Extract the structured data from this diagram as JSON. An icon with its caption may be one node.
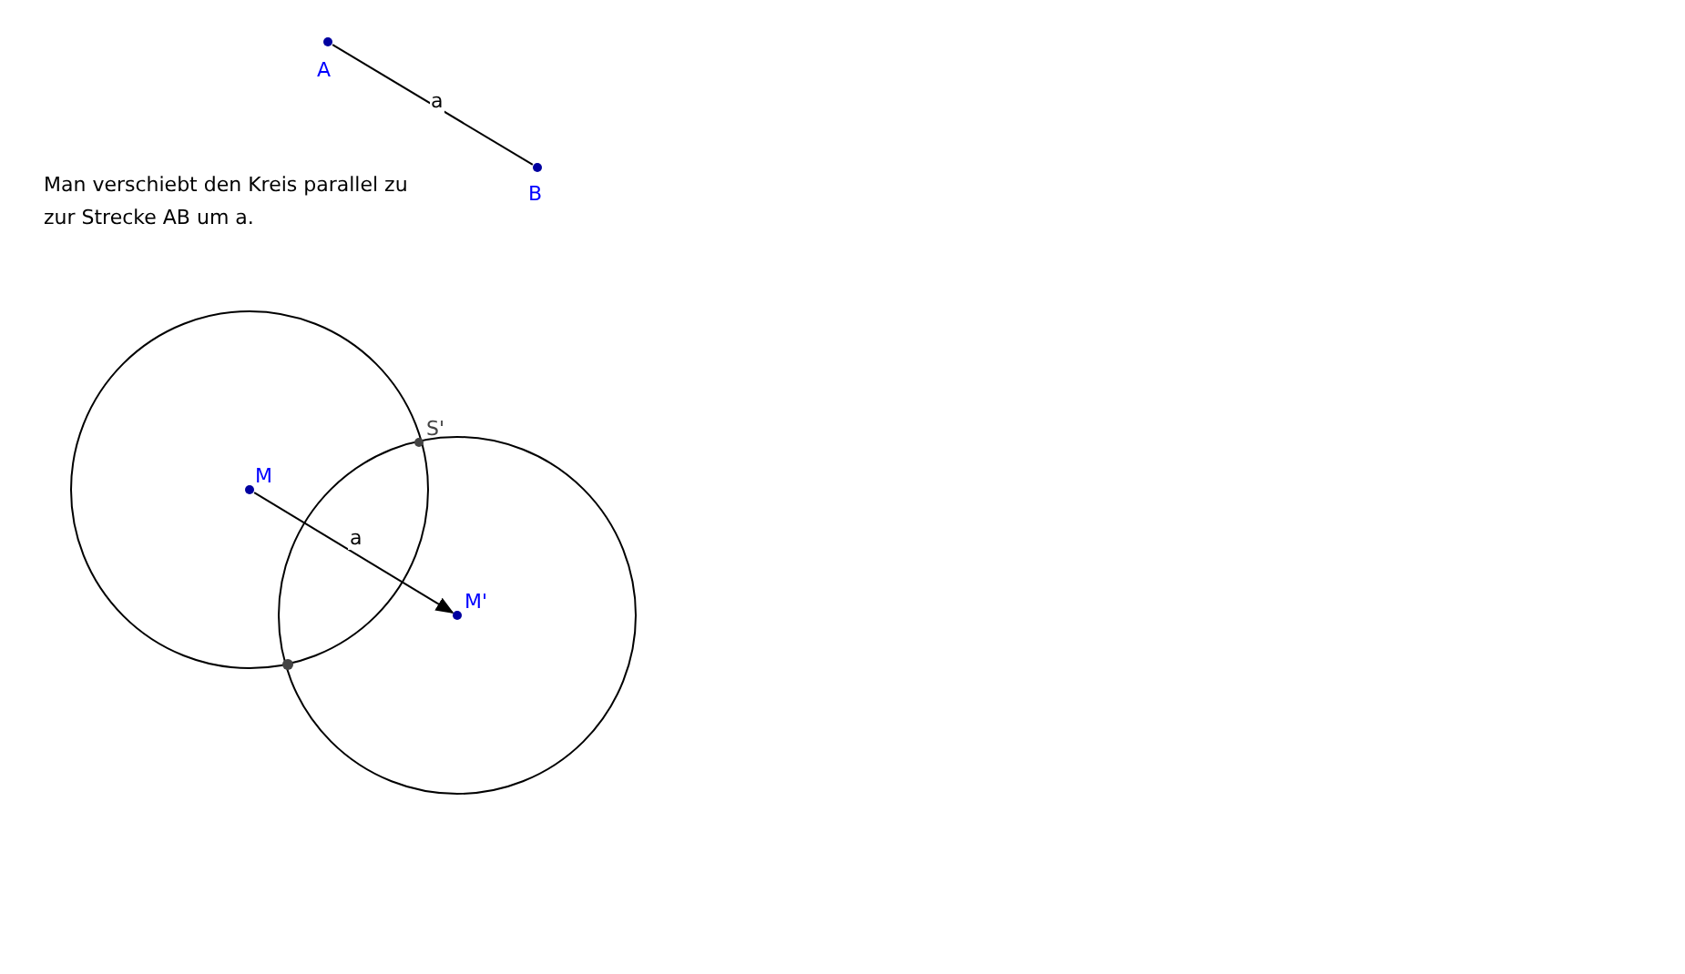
{
  "diagram": {
    "nodes": [
      {
        "text": [
          "A"
        ]
      },
      {
        "text": [
          "B"
        ]
      },
      {
        "text": [
          "S'"
        ]
      },
      {
        "text": [
          "M"
        ]
      },
      {
        "text": [
          "M'"
        ]
      }
    ],
    "edges": [
      {
        "from": 0,
        "to": 1,
        "arrow": "none",
        "label": "a"
      },
      {
        "from": 3,
        "to": 4,
        "arrow": "to",
        "label": "a"
      }
    ],
    "labels": [
      "Man verschiebt den Kreis parallel zu zur Strecke AB um a."
    ]
  }
}
